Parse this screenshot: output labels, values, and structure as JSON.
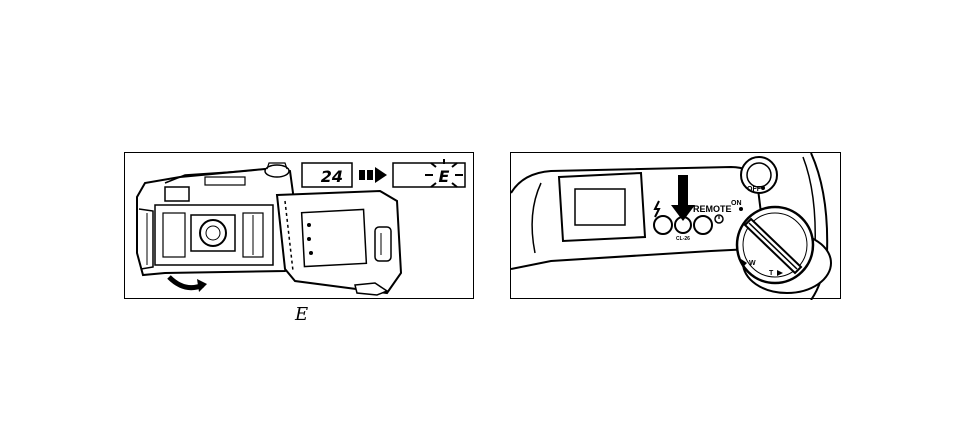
{
  "left_illustration": {
    "counter_before": "24",
    "counter_after": "E"
  },
  "right_illustration": {
    "remote_label": "REMOTE",
    "off_label": "OFF",
    "on_label": "ON",
    "w_label": "W",
    "t_label": "T",
    "button_small_label": "CL-26"
  },
  "caption": {
    "symbol": "E"
  }
}
